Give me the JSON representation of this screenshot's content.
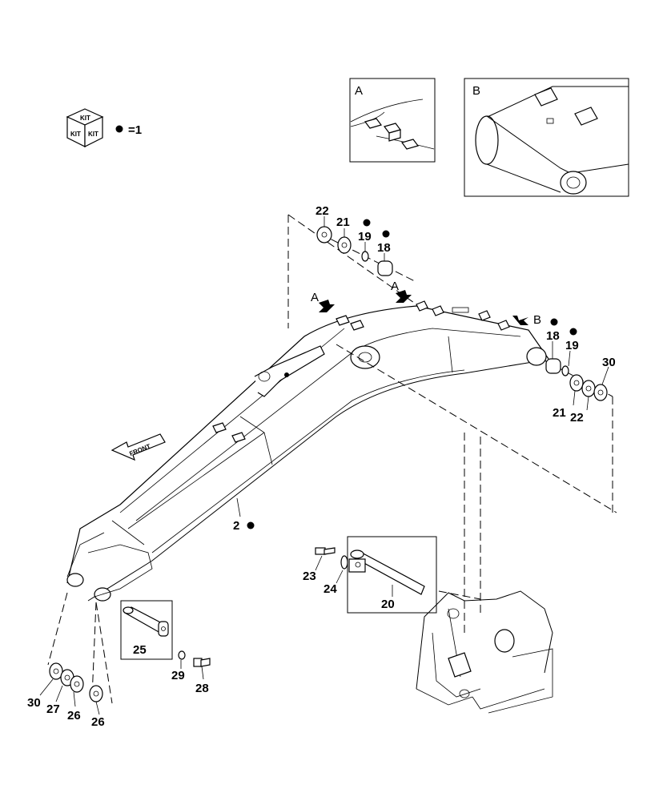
{
  "legend": {
    "kit_box_text": "KIT",
    "equals_text": "=1"
  },
  "insets": {
    "a_label": "A",
    "b_label": "B"
  },
  "view_arrows": {
    "a1": "A",
    "a2": "A",
    "b": "B"
  },
  "front_label": "FRONT",
  "callouts": {
    "p2": "2",
    "p18_top": "18",
    "p18_right": "18",
    "p19_top": "19",
    "p19_right": "19",
    "p20": "20",
    "p21_top": "21",
    "p21_right": "21",
    "p22_top": "22",
    "p22_right": "22",
    "p23": "23",
    "p24": "24",
    "p25": "25",
    "p26_a": "26",
    "p26_b": "26",
    "p27": "27",
    "p28": "28",
    "p29": "29",
    "p30_right": "30",
    "p30_left": "30"
  }
}
